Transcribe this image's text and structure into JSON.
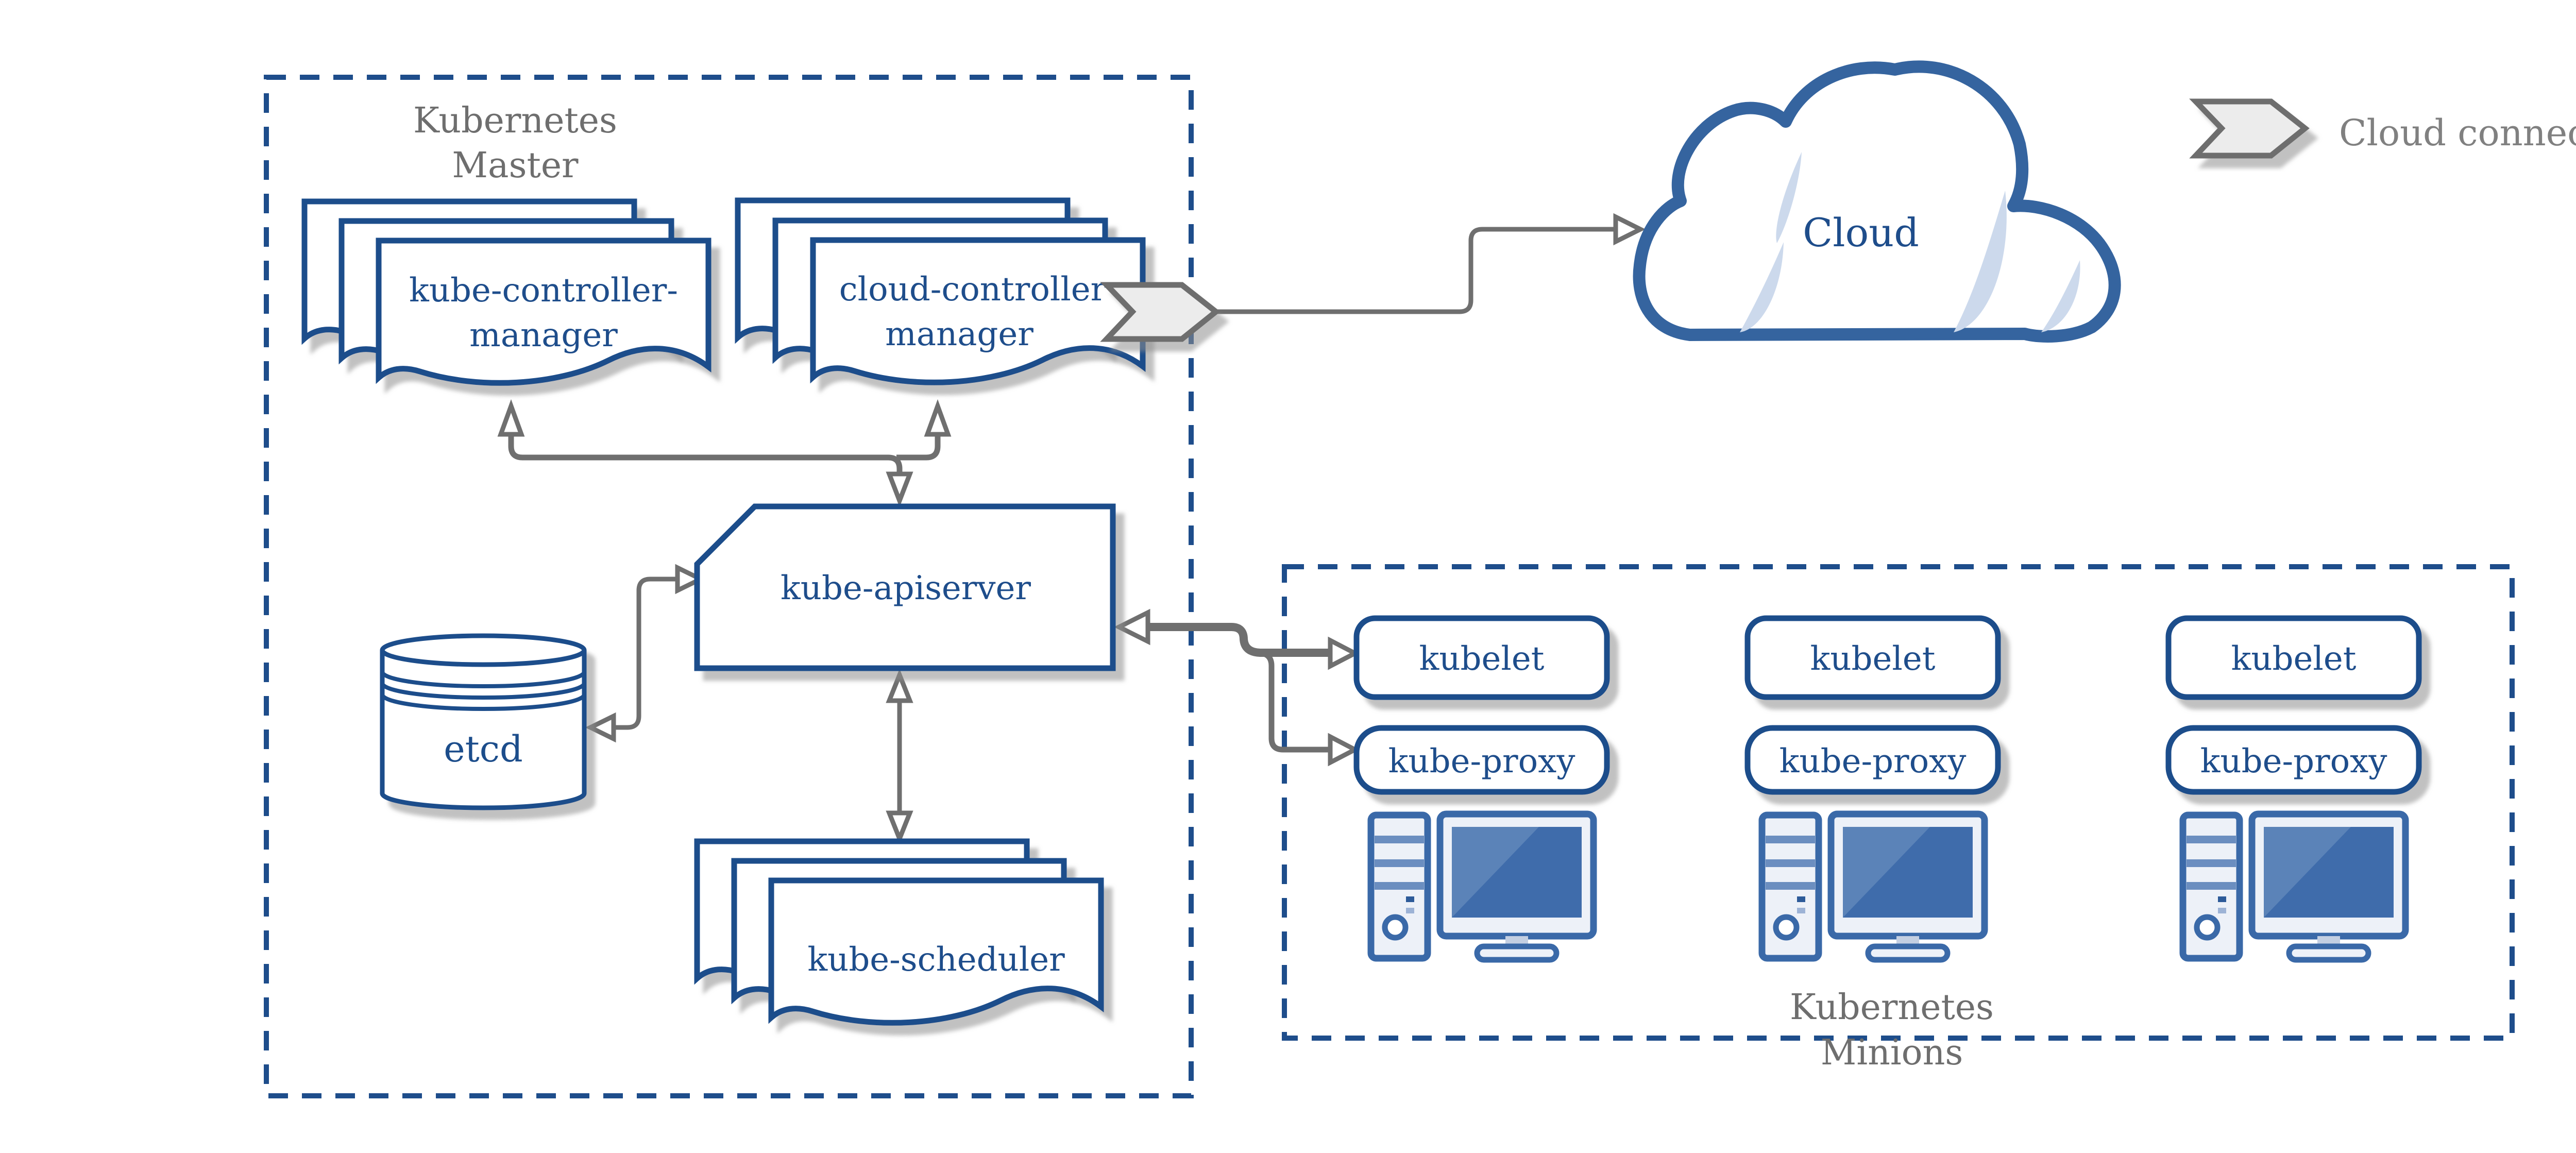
{
  "master": {
    "title": {
      "line1": "Kubernetes",
      "line2": "Master"
    },
    "kube_controller_manager": {
      "line1": "kube-controller-",
      "line2": "manager"
    },
    "cloud_controller_manager": {
      "line1": "cloud-controller",
      "line2": "manager"
    },
    "kube_apiserver": {
      "label": "kube-apiserver"
    },
    "etcd": {
      "label": "etcd"
    },
    "kube_scheduler": {
      "label": "kube-scheduler"
    }
  },
  "cloud": {
    "label": "Cloud"
  },
  "legend": {
    "cloud_connector_label": "Cloud connector"
  },
  "minions": {
    "title": {
      "line1": "Kubernetes",
      "line2": "Minions"
    },
    "nodes": [
      {
        "kubelet": "kubelet",
        "kube_proxy": "kube-proxy"
      },
      {
        "kubelet": "kubelet",
        "kube_proxy": "kube-proxy"
      },
      {
        "kubelet": "kubelet",
        "kube_proxy": "kube-proxy"
      }
    ]
  },
  "icons": {
    "cloud_connector": "chevron-arrow-icon",
    "node_machine": "desktop-computer-icon",
    "etcd_store": "database-cylinder-icon",
    "cloud_shape": "cloud-icon"
  },
  "colors": {
    "navy": "#1e4d8b",
    "icon_blue": "#3a69a8",
    "screen_blue": "#3f6cab",
    "screen_highlight": "#5b83b8",
    "icon_fill": "#edf1f8",
    "connector_gray": "#6f6f6f",
    "label_gray": "#6e6e6e",
    "legend_gray": "#808080",
    "chevron_fill": "#ececec",
    "chevron_stroke": "#6e6e6e",
    "cloud_stroke": "#35649f",
    "highlight_blue": "#ccd9ec"
  }
}
